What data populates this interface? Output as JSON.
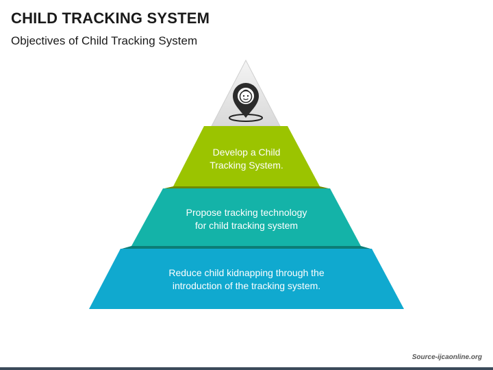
{
  "slide": {
    "title": "CHILD TRACKING SYSTEM",
    "subtitle": "Objectives of Child Tracking System",
    "source": "Source-ijcaonline.org"
  },
  "pyramid": {
    "top_icon": "child-location-pin-icon",
    "tiers": [
      {
        "text_line1": "Develop a Child",
        "text_line2": "Tracking System.",
        "color": "#9bc400"
      },
      {
        "text_line1": "Propose tracking technology",
        "text_line2": "for child tracking system",
        "color": "#14b3a8"
      },
      {
        "text_line1": "Reduce child kidnapping through the",
        "text_line2": "introduction of the tracking system.",
        "color": "#10a9cf"
      }
    ]
  },
  "colors": {
    "apex": "#e4e4e4",
    "tier1_shadow": "#6d8a00",
    "tier2_shadow": "#0c7d76",
    "tier3_shadow": "#0a7591"
  }
}
